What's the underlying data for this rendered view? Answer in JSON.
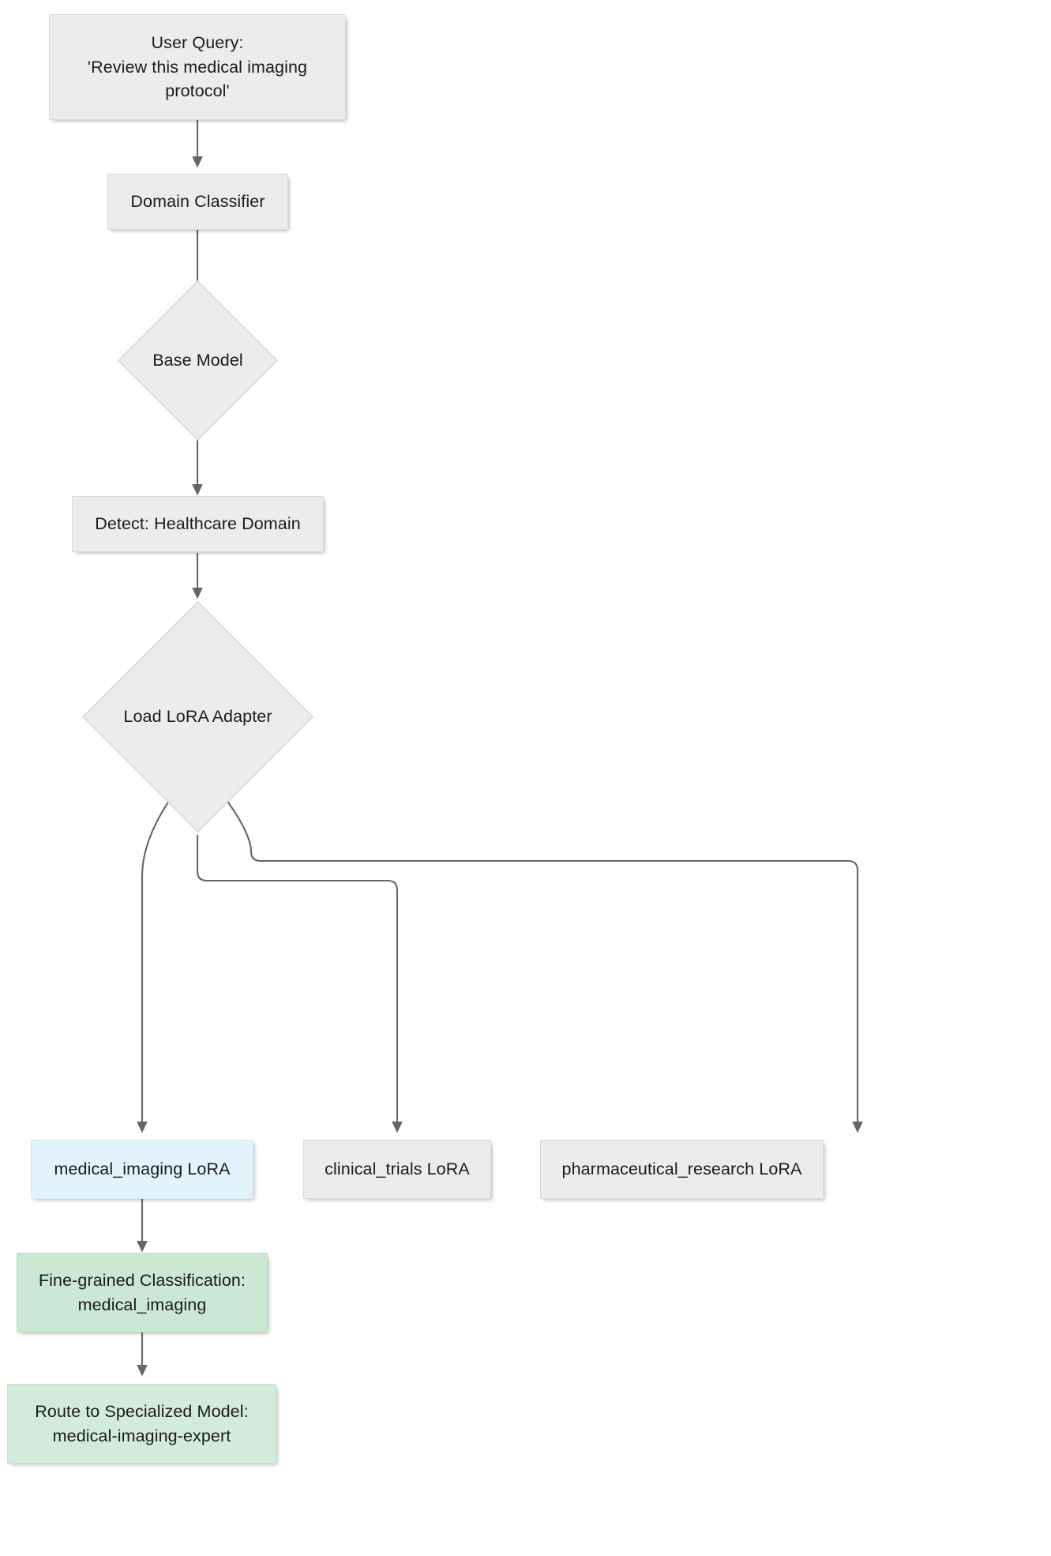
{
  "diagram": {
    "type": "flowchart",
    "direction": "top-down",
    "background": "#ffffff",
    "palette": {
      "default_fill": "#ececec",
      "default_stroke": "#d9d9d9",
      "blue_fill": "#e2f3fc",
      "blue_stroke": "#cfe8f3",
      "green_fill": "#cbe8d3",
      "green_stroke": "#bcdfc5",
      "green_light_fill": "#d2ecd9",
      "edge_stroke": "#555555",
      "text_color": "#1b1b1b"
    },
    "nodes": [
      {
        "id": "user-query",
        "label": "User Query:\n'Review this medical imaging\nprotocol'",
        "shape": "rect",
        "style": "default"
      },
      {
        "id": "domain-classifier",
        "label": "Domain Classifier",
        "shape": "rect",
        "style": "default"
      },
      {
        "id": "base-model",
        "label": "Base Model",
        "shape": "diamond",
        "style": "default"
      },
      {
        "id": "detect-healthcare-domain",
        "label": "Detect: Healthcare Domain",
        "shape": "rect",
        "style": "default"
      },
      {
        "id": "load-lora-adapter",
        "label": "Load LoRA Adapter",
        "shape": "diamond",
        "style": "default"
      },
      {
        "id": "medical-imaging-lora",
        "label": "medical_imaging LoRA",
        "shape": "rect",
        "style": "blue"
      },
      {
        "id": "clinical-trials-lora",
        "label": "clinical_trials LoRA",
        "shape": "rect",
        "style": "default"
      },
      {
        "id": "pharmaceutical-research-lora",
        "label": "pharmaceutical_research LoRA",
        "shape": "rect",
        "style": "default"
      },
      {
        "id": "fine-grained-classification",
        "label": "Fine-grained Classification:\nmedical_imaging",
        "shape": "rect",
        "style": "green"
      },
      {
        "id": "route-to-specialized-model",
        "label": "Route to Specialized Model:\nmedical-imaging-expert",
        "shape": "rect",
        "style": "green-light"
      }
    ],
    "edges": [
      {
        "from": "user-query",
        "to": "domain-classifier",
        "label": ""
      },
      {
        "from": "domain-classifier",
        "to": "base-model",
        "label": ""
      },
      {
        "from": "base-model",
        "to": "detect-healthcare-domain",
        "label": ""
      },
      {
        "from": "detect-healthcare-domain",
        "to": "load-lora-adapter",
        "label": ""
      },
      {
        "from": "load-lora-adapter",
        "to": "medical-imaging-lora",
        "label": ""
      },
      {
        "from": "load-lora-adapter",
        "to": "clinical-trials-lora",
        "label": ""
      },
      {
        "from": "load-lora-adapter",
        "to": "pharmaceutical-research-lora",
        "label": ""
      },
      {
        "from": "medical-imaging-lora",
        "to": "fine-grained-classification",
        "label": ""
      },
      {
        "from": "fine-grained-classification",
        "to": "route-to-specialized-model",
        "label": ""
      }
    ]
  }
}
